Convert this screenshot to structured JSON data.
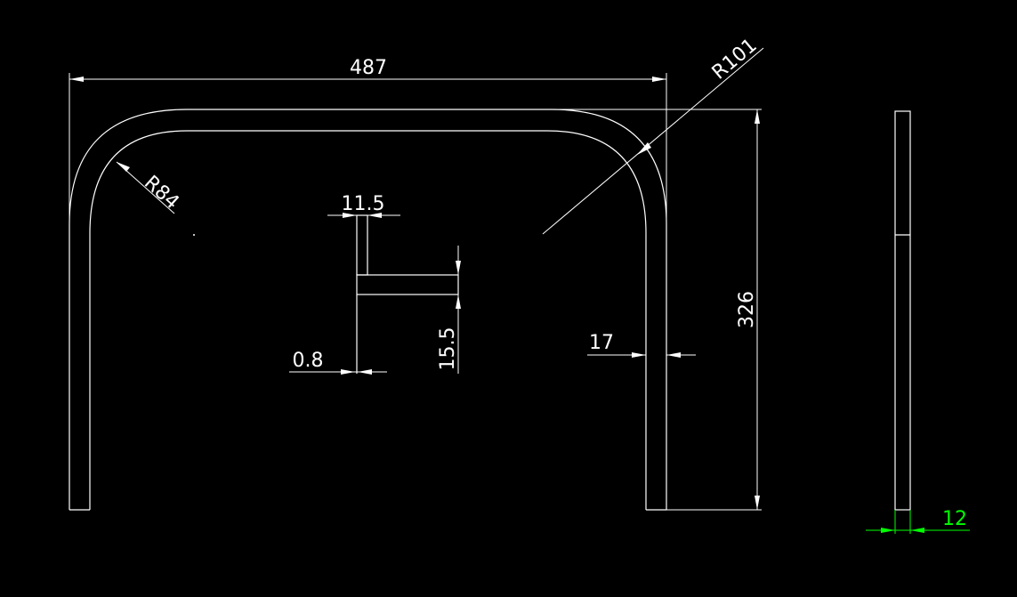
{
  "drawing": {
    "background": "#000000",
    "line_color": "#ffffff",
    "accent_color": "#00ff00",
    "dimensions": {
      "overall_width": "487",
      "outer_radius": "R101",
      "inner_radius": "R84",
      "overall_height": "326",
      "tube_width": "17",
      "profile_width": "11.5",
      "profile_height": "15.5",
      "profile_wall": "0.8",
      "side_thickness": "12"
    }
  }
}
